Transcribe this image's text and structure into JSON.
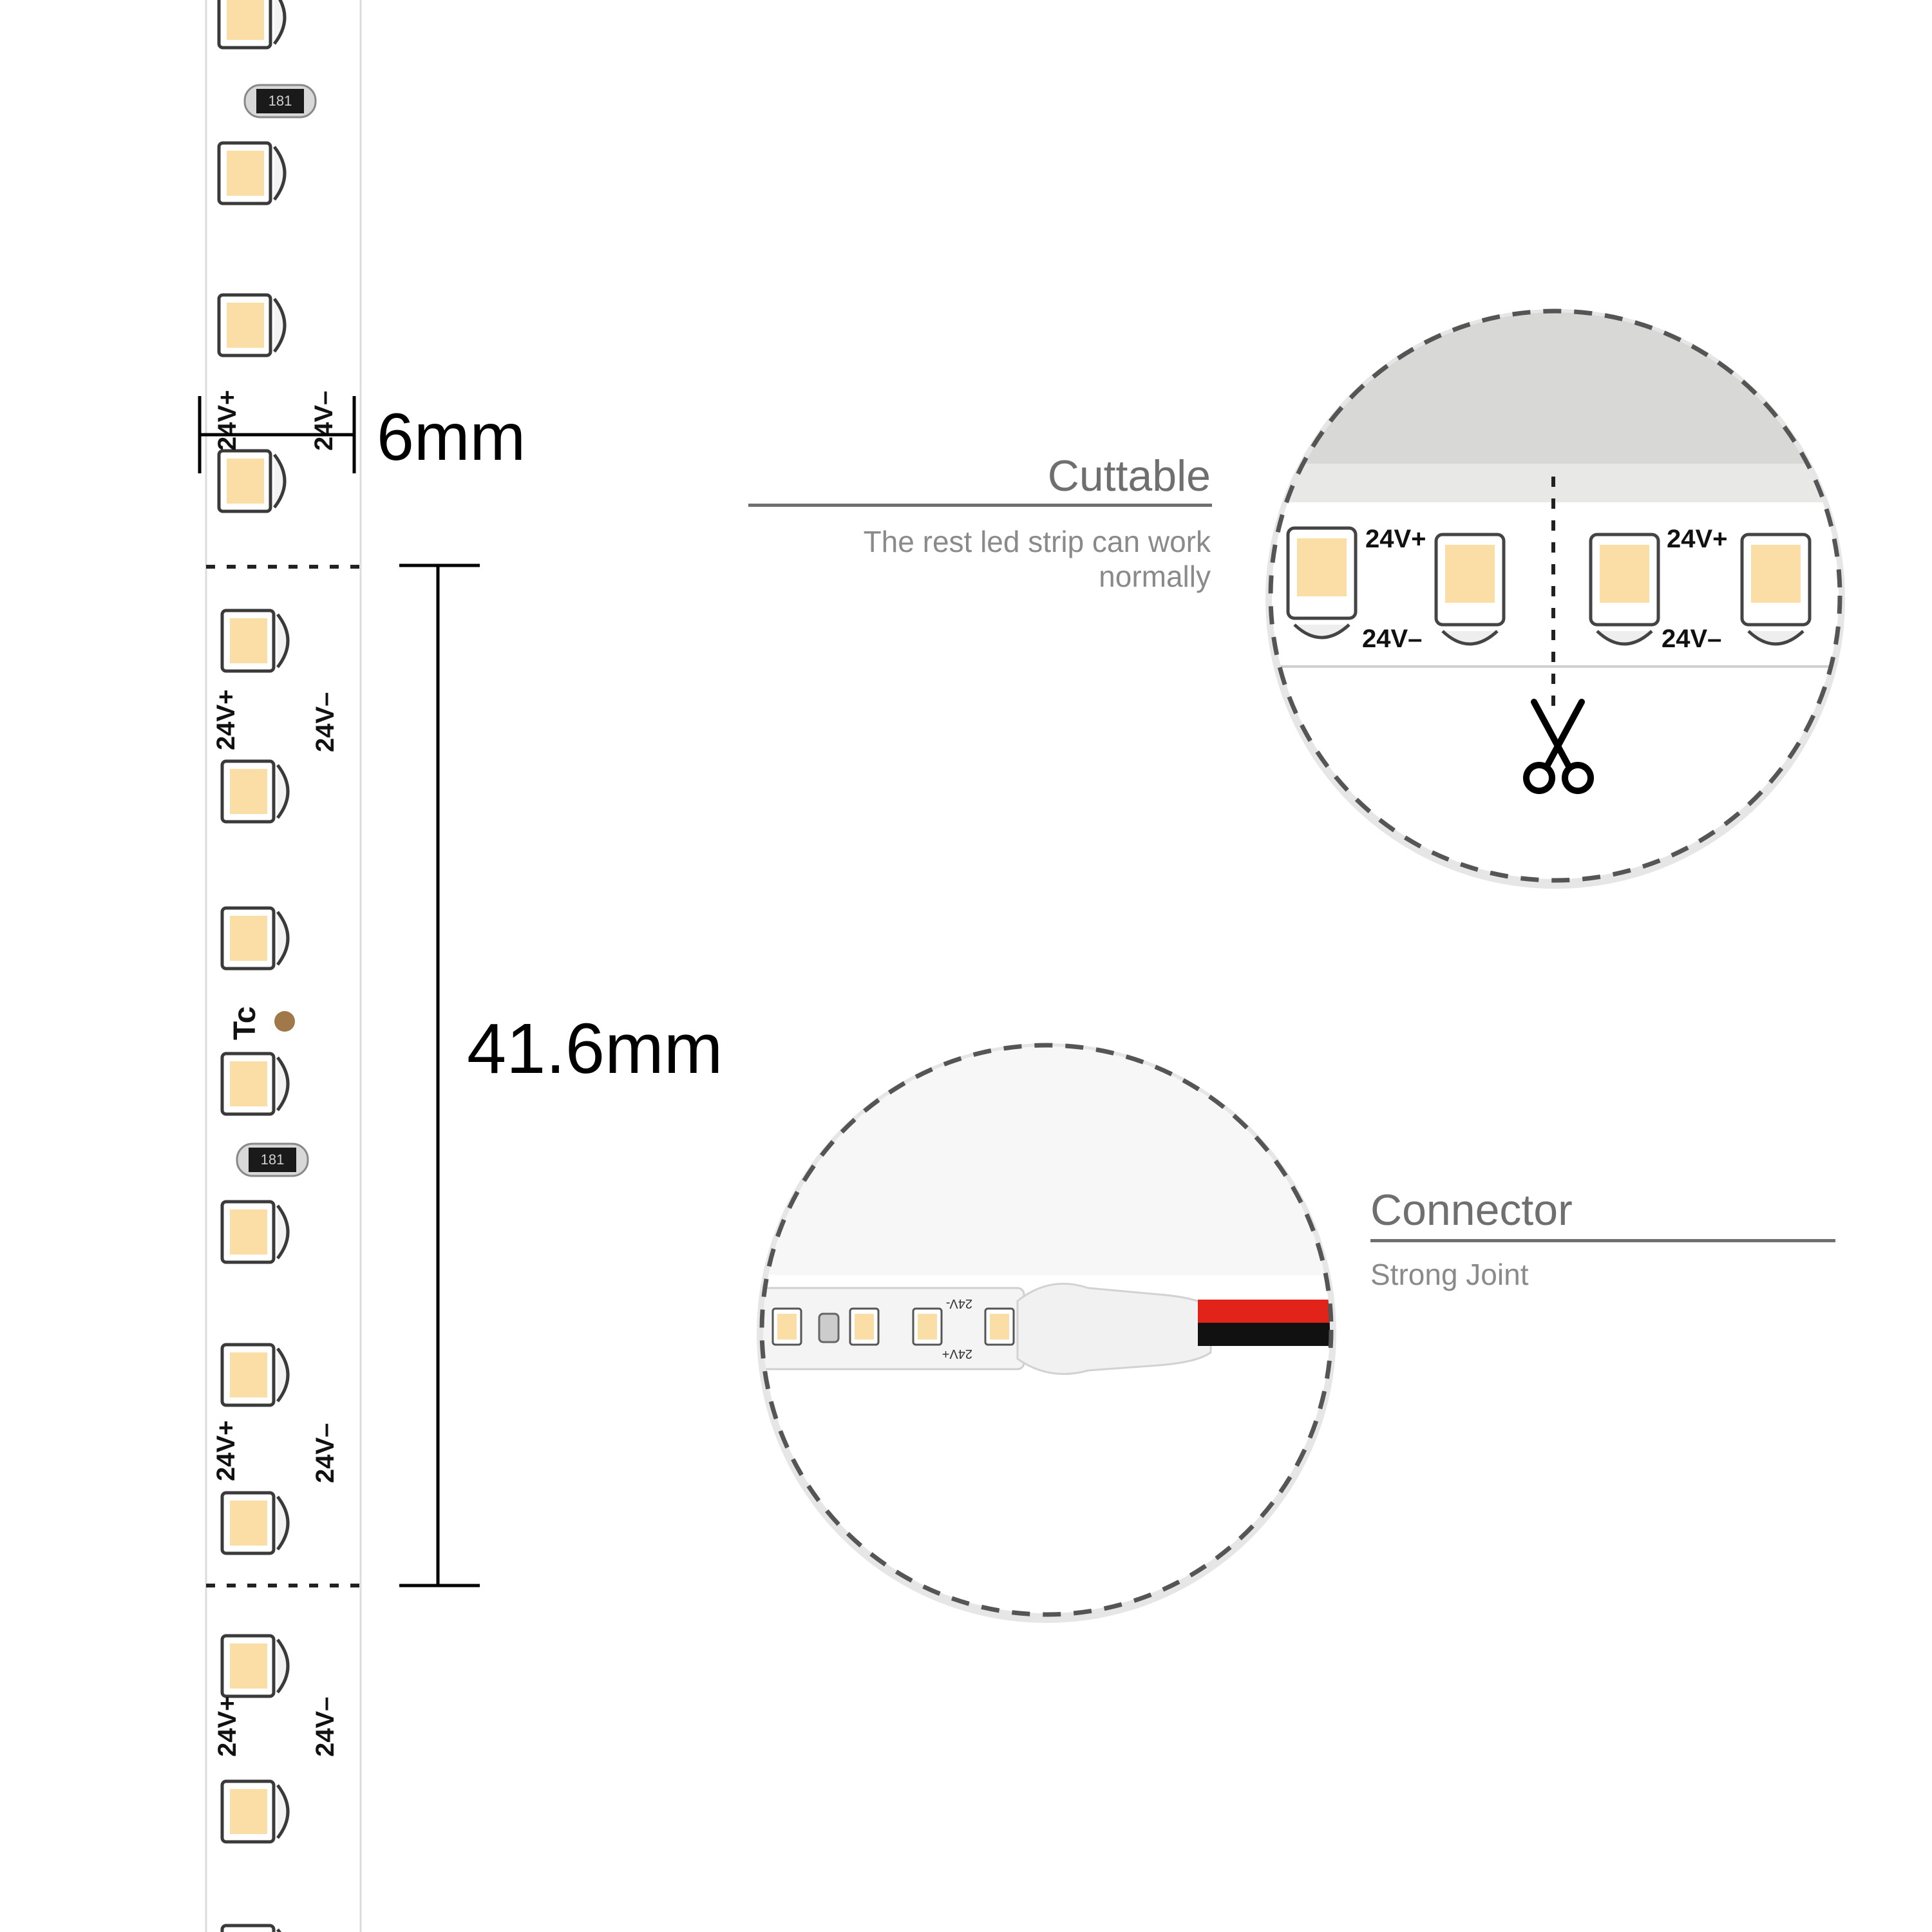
{
  "dimensions": {
    "width_label": "6mm",
    "length_label": "41.6mm"
  },
  "strip": {
    "polarity_plus": "24V+",
    "polarity_minus": "24V–",
    "temp_marker": "Tc",
    "resistor_code": "181"
  },
  "cuttable": {
    "title": "Cuttable",
    "description_line1": "The rest led strip can work",
    "description_line2": "normally",
    "closeup_plus": "24V+",
    "closeup_minus": "24V–"
  },
  "connector": {
    "title": "Connector",
    "description": "Strong Joint",
    "closeup_plus": "24V+",
    "closeup_minus": "24V-"
  },
  "colors": {
    "led": "#fbdda6",
    "strip": "#ffffff",
    "label_gray": "#6f6f6f",
    "wire_red": "#e2231a",
    "wire_black": "#111111"
  },
  "icons": [
    "scissors-icon"
  ]
}
